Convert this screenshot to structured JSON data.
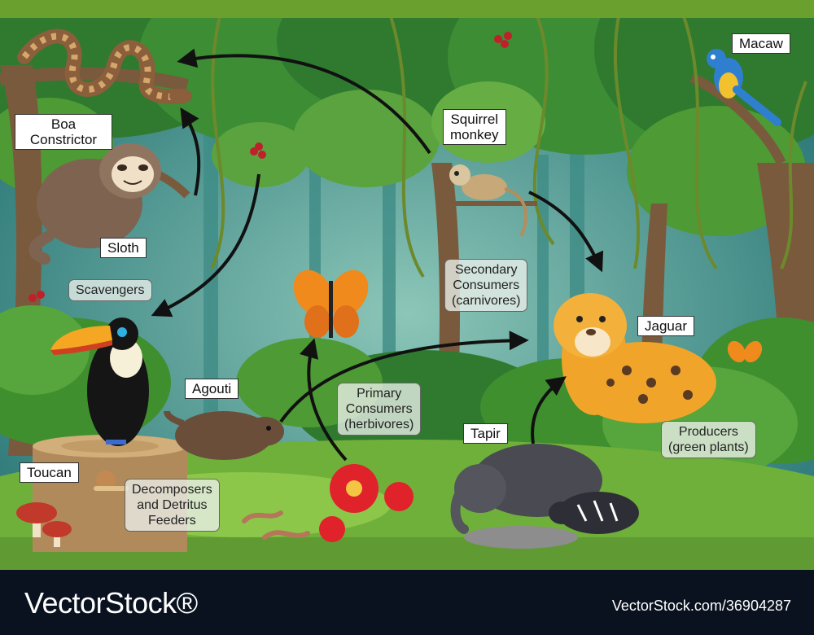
{
  "labels": {
    "macaw": "Macaw",
    "boa": [
      "Boa",
      "Constrictor"
    ],
    "squirrel_monkey": [
      "Squirrel",
      "monkey"
    ],
    "sloth": "Sloth",
    "jaguar": "Jaguar",
    "agouti": "Agouti",
    "tapir": "Tapir",
    "toucan": "Toucan"
  },
  "categories": {
    "scavengers": "Scavengers",
    "secondary": [
      "Secondary",
      "Consumers",
      "(carnivores)"
    ],
    "primary": [
      "Primary",
      "Consumers",
      "(herbivores)"
    ],
    "producers": [
      "Producers",
      "(green plants)"
    ],
    "decomposers": [
      "Decomposers",
      "and Detritus",
      "Feeders"
    ]
  },
  "footer": {
    "brand": "VectorStock®",
    "id": "VectorStock.com/36904287"
  },
  "colors": {
    "sky": "#3f8a8a",
    "forest_dark": "#1f5e3a",
    "leaf": "#4f9a2e",
    "grass": "#7cbd3c",
    "trunk": "#7a5a3c",
    "footer_bg": "#0a1220"
  }
}
